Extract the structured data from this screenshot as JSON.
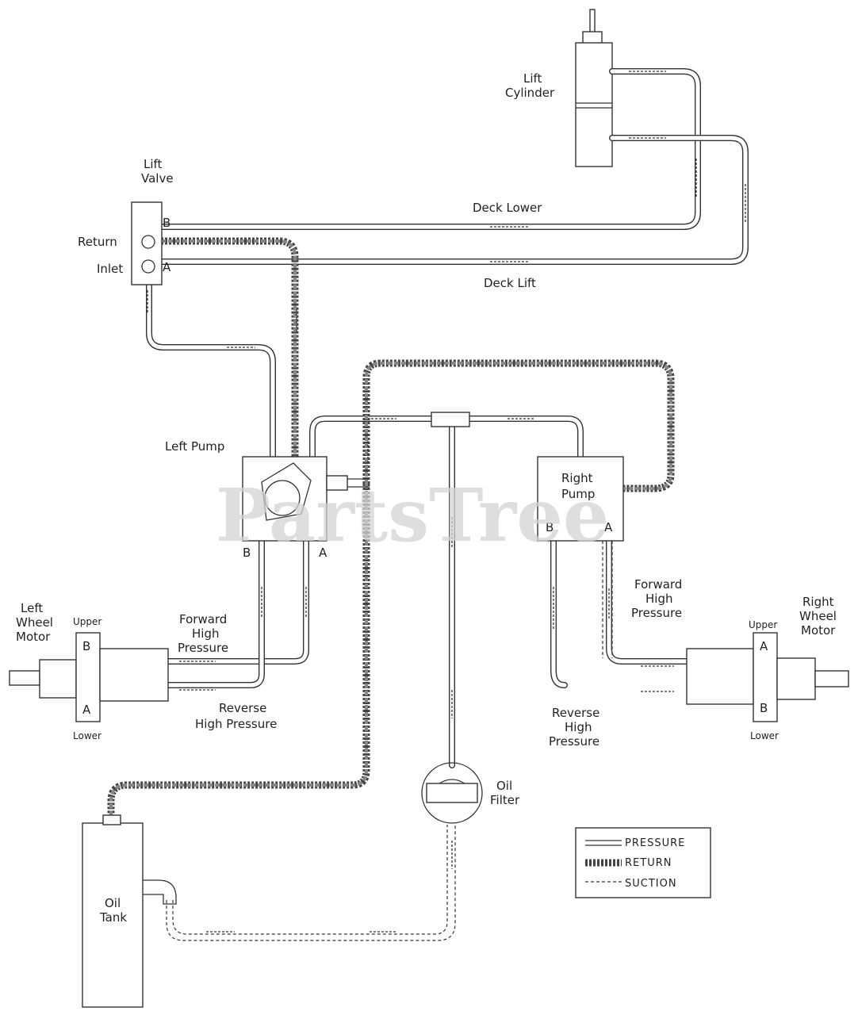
{
  "watermark": "PartsTree",
  "labels": {
    "lift_cylinder_1": "Lift",
    "lift_cylinder_2": "Cylinder",
    "lift_valve_1": "Lift",
    "lift_valve_2": "Valve",
    "return": "Return",
    "inlet": "Inlet",
    "port_b": "B",
    "port_a": "A",
    "deck_lower": "Deck Lower",
    "deck_lift": "Deck Lift",
    "left_pump": "Left Pump",
    "right_pump_1": "Right",
    "right_pump_2": "Pump",
    "left_wheel_motor_1": "Left",
    "left_wheel_motor_2": "Wheel",
    "left_wheel_motor_3": "Motor",
    "right_wheel_motor_1": "Right",
    "right_wheel_motor_2": "Wheel",
    "right_wheel_motor_3": "Motor",
    "upper": "Upper",
    "lower": "Lower",
    "forward_1": "Forward",
    "forward_2": "High",
    "forward_3": "Pressure",
    "reverse_left_1": "Reverse",
    "reverse_left_2": "High Pressure",
    "reverse_right_1": "Reverse",
    "reverse_right_2": "High",
    "reverse_right_3": "Pressure",
    "oil_filter_1": "Oil",
    "oil_filter_2": "Filter",
    "oil_tank_1": "Oil",
    "oil_tank_2": "Tank"
  },
  "legend": {
    "pressure": "PRESSURE",
    "return": "RETURN",
    "suction": "SUCTION"
  },
  "colors": {
    "line": "#333333",
    "watermark": "#d3d3d3"
  }
}
